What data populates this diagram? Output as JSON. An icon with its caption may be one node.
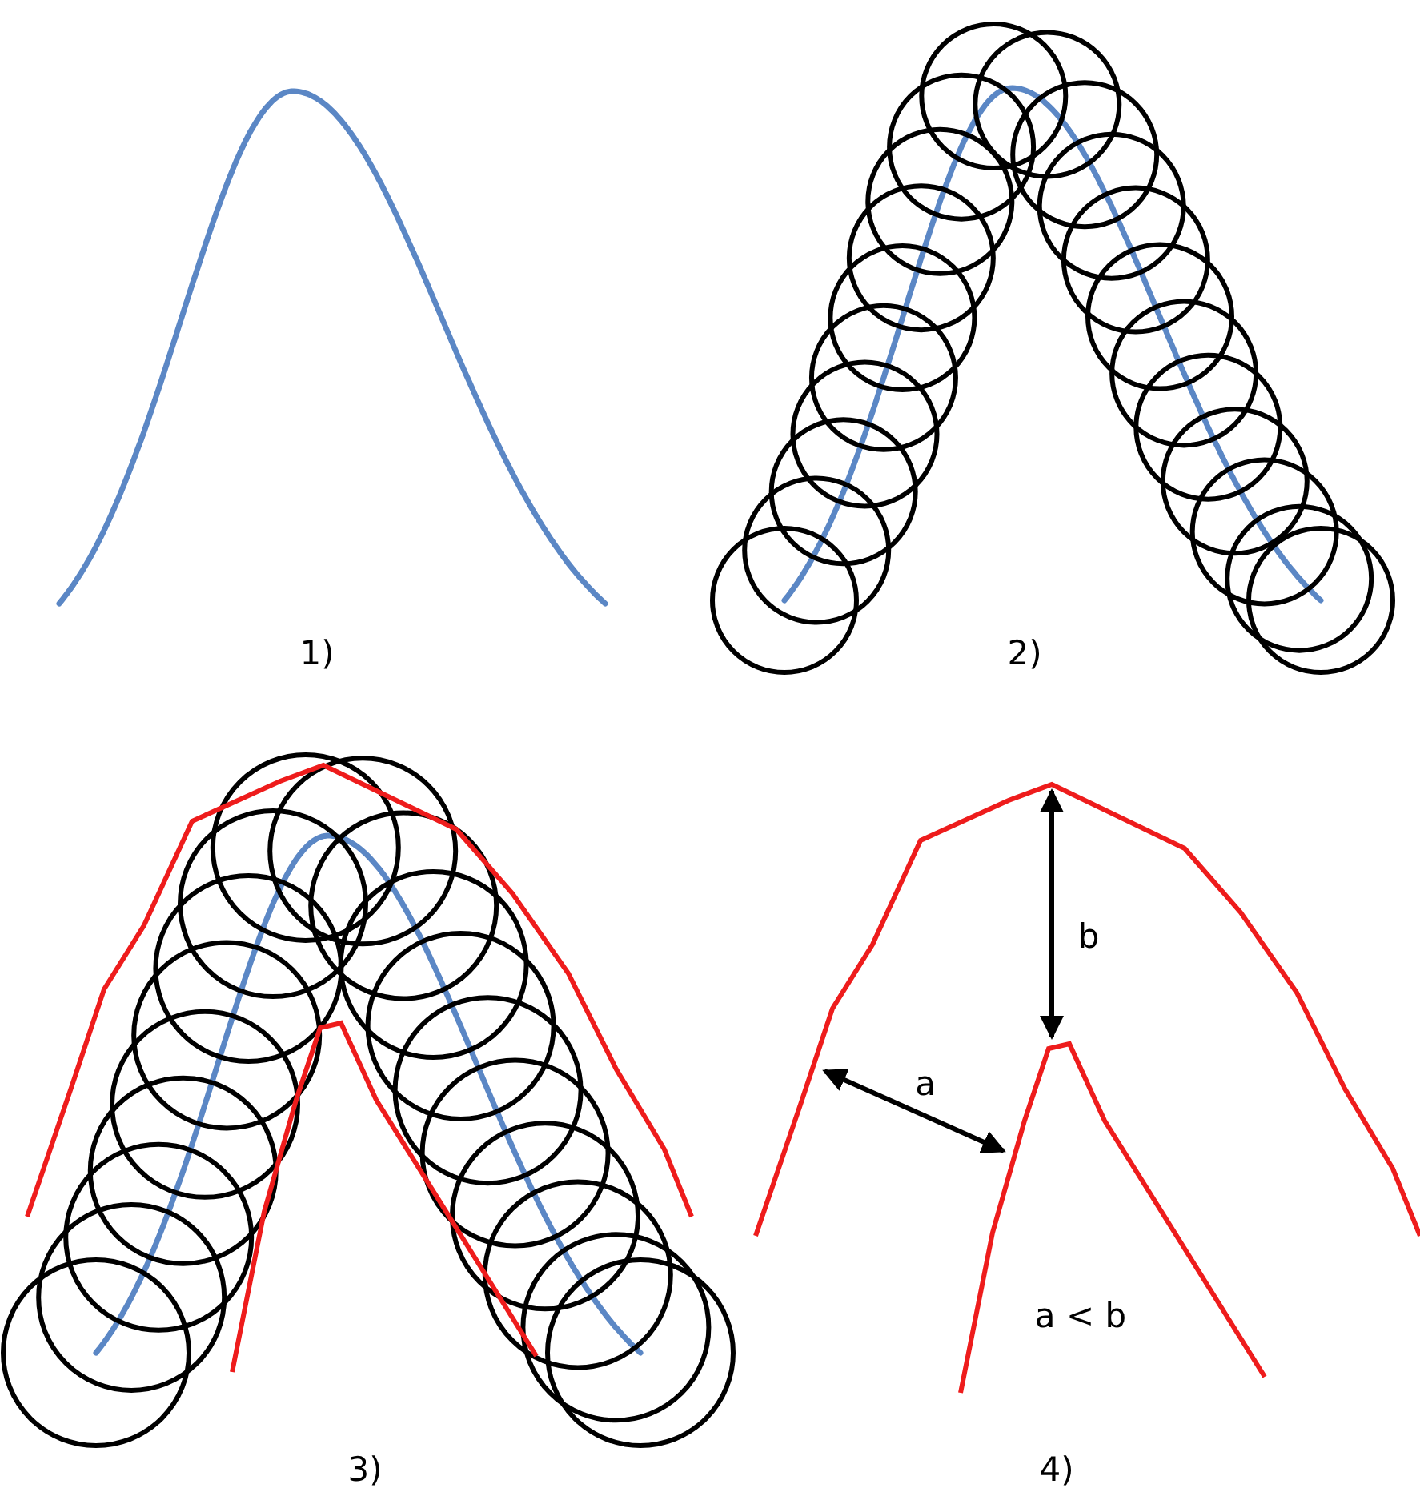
{
  "diagram": {
    "labels": [
      "1)",
      "2)",
      "b",
      "a",
      "a < b",
      "3)",
      "4)"
    ]
  }
}
